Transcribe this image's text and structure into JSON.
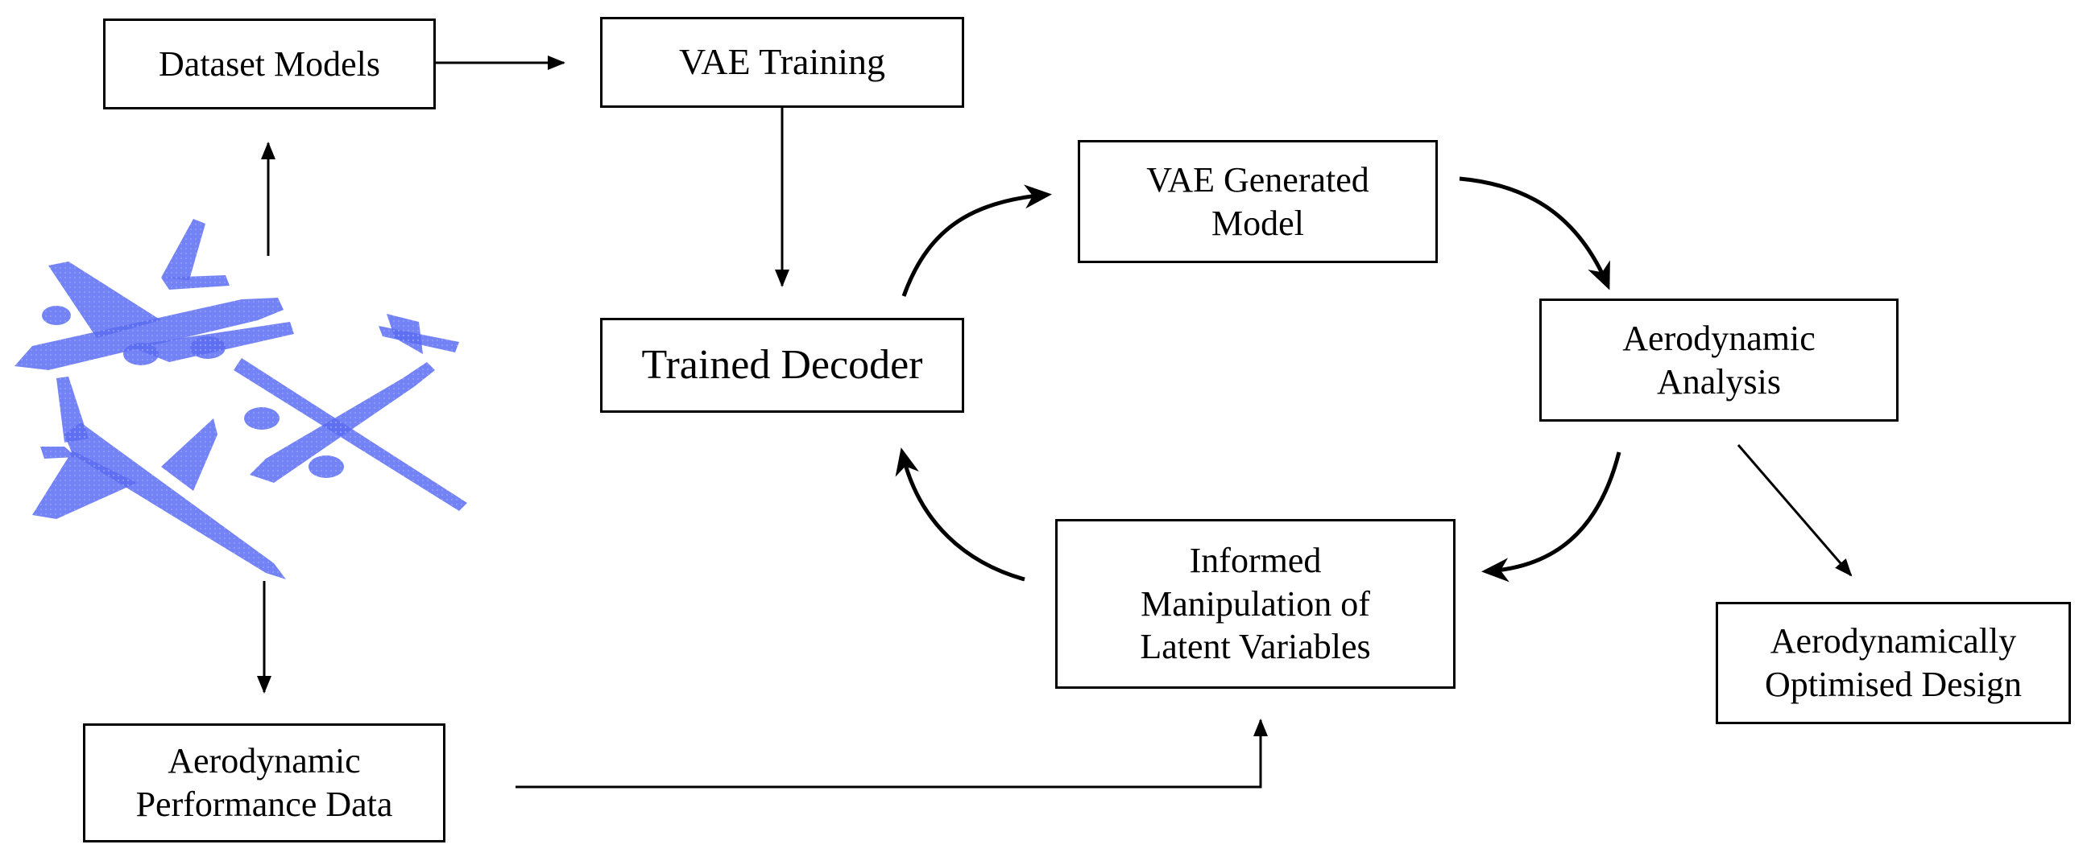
{
  "nodes": {
    "dataset_models": "Dataset Models",
    "vae_training": "VAE Training",
    "vae_generated": [
      "VAE Generated",
      "Model"
    ],
    "trained_decoder": "Trained Decoder",
    "aero_analysis": [
      "Aerodynamic",
      "Analysis"
    ],
    "latent_manip": [
      "Informed",
      "Manipulation of",
      "Latent Variables"
    ],
    "perf_data": [
      "Aerodynamic",
      "Performance Data"
    ],
    "optimised": [
      "Aerodynamically",
      "Optimised Design"
    ]
  },
  "colors": {
    "aircraft": "#5b6cf2",
    "stroke": "#000000"
  },
  "icons": [
    "aircraft-point-cloud-icon"
  ]
}
